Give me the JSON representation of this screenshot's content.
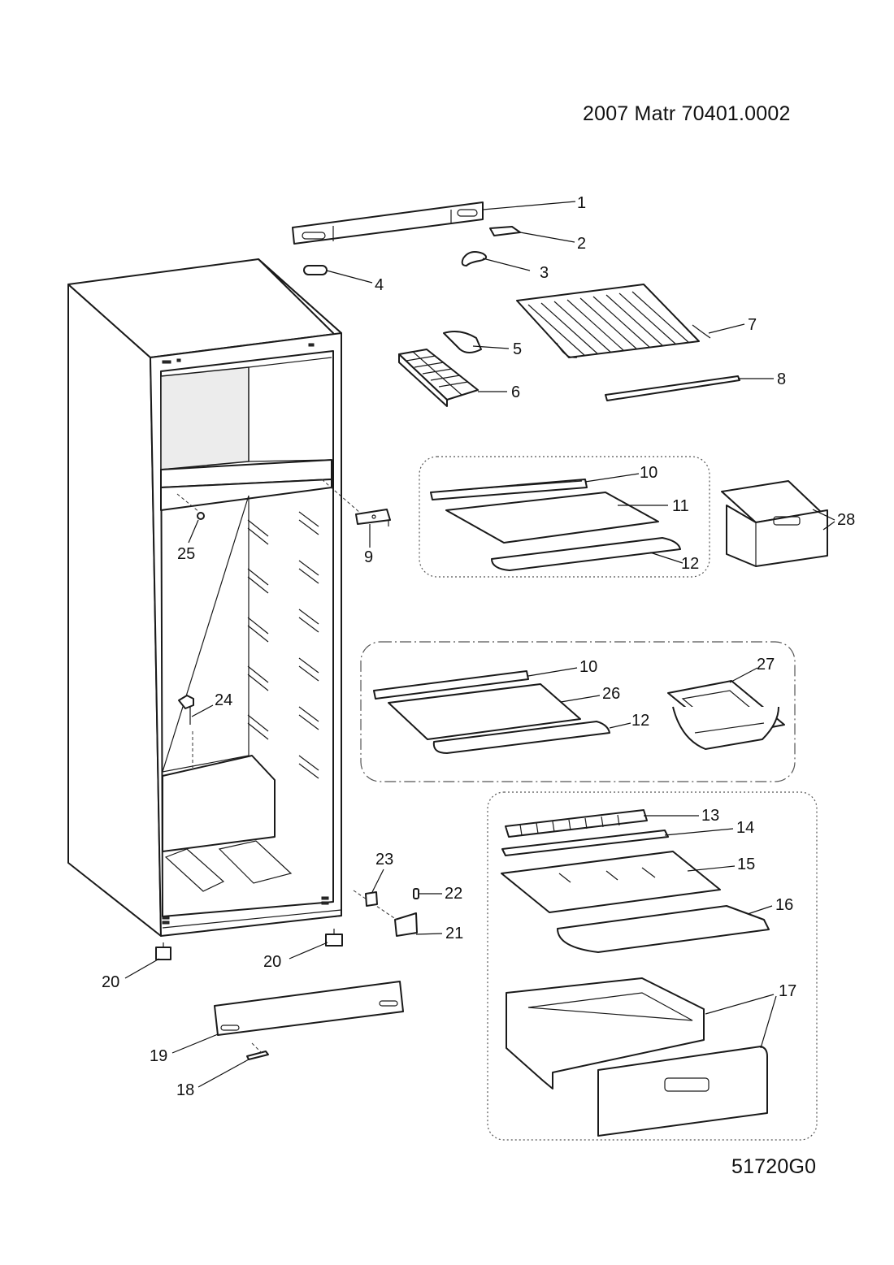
{
  "header": {
    "model_code": "2007  Matr 70401.0002",
    "drawing_code": "51720G0"
  },
  "callouts": {
    "c1": "1",
    "c2": "2",
    "c3": "3",
    "c4": "4",
    "c5": "5",
    "c6": "6",
    "c7": "7",
    "c8": "8",
    "c9": "9",
    "c10a": "10",
    "c10b": "10",
    "c11": "11",
    "c12a": "12",
    "c12b": "12",
    "c13": "13",
    "c14": "14",
    "c15": "15",
    "c16": "16",
    "c17": "17",
    "c18": "18",
    "c19": "19",
    "c20a": "20",
    "c20b": "20",
    "c21": "21",
    "c22": "22",
    "c23": "23",
    "c24": "24",
    "c25": "25",
    "c26": "26",
    "c27": "27",
    "c28": "28"
  }
}
